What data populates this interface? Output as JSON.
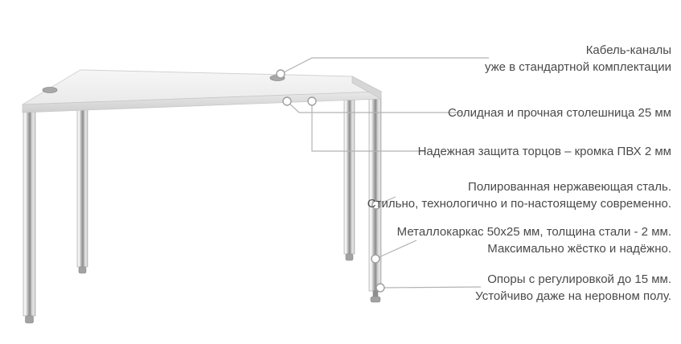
{
  "illustration": {
    "type": "desk-product-render",
    "parts": [
      "tabletop",
      "cable-holes",
      "chrome-legs",
      "adjustable-feet"
    ]
  },
  "colors": {
    "text": "#4a4a4a",
    "callout_line": "#b3b3b3",
    "tabletop_top": "#f2f2f2",
    "tabletop_edge": "#d9d9d9",
    "chrome_dark": "#8c8c8c",
    "chrome_light": "#f5f5f5"
  },
  "callouts": [
    {
      "name": "cable-channels",
      "lines": [
        "Кабель-каналы",
        "уже в стандартной комплектации"
      ]
    },
    {
      "name": "tabletop",
      "lines": [
        "Солидная и прочная столешница 25 мм"
      ]
    },
    {
      "name": "pvc-edge",
      "lines": [
        "Надежная защита торцов – кромка ПВХ 2 мм"
      ]
    },
    {
      "name": "stainless-steel",
      "lines": [
        "Полированная нержавеющая сталь.",
        "Стильно, технологично и по-настоящему современно."
      ]
    },
    {
      "name": "metal-frame",
      "lines": [
        "Металлокаркас 50х25 мм, толщина стали - 2 мм.",
        "Максимально жёстко и надёжно."
      ]
    },
    {
      "name": "adjustable-feet",
      "lines": [
        "Опоры с регулировкой до 15 мм.",
        "Устойчиво даже на неровном полу."
      ]
    }
  ]
}
